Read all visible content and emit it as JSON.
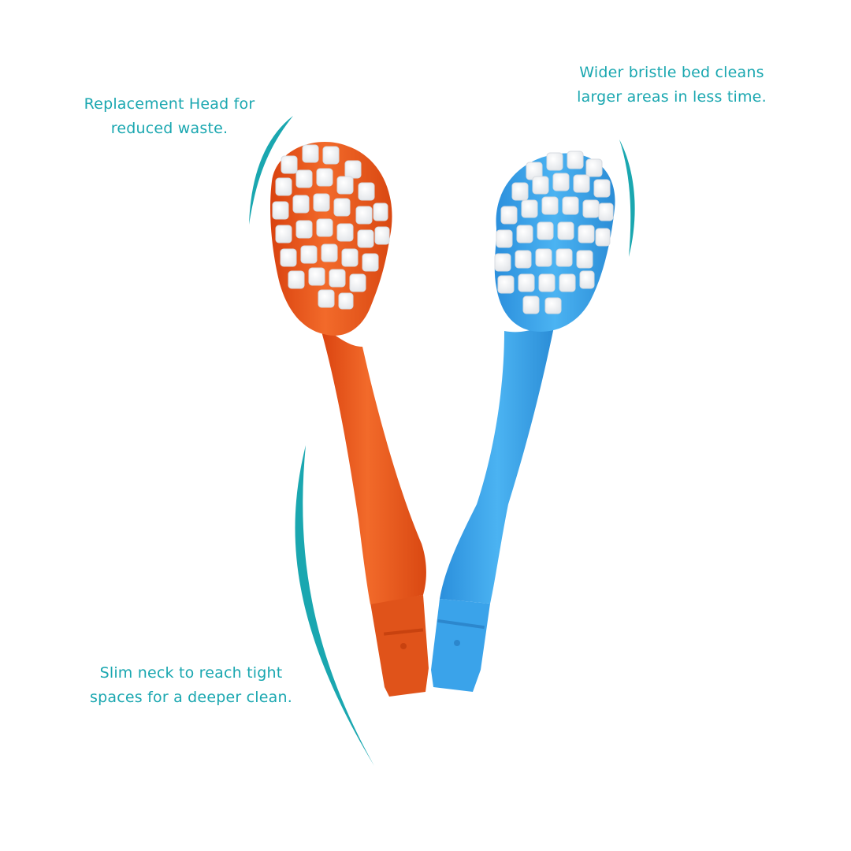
{
  "callouts": {
    "replacement_head": {
      "line1": "Replacement Head for",
      "line2": "reduced waste."
    },
    "wider_bristle": {
      "line1": "Wider bristle bed cleans",
      "line2": "larger areas in less time."
    },
    "slim_neck": {
      "line1": "Slim neck to reach tight",
      "line2": "spaces for a deeper clean."
    }
  },
  "colors": {
    "accent": "#1aa7b0",
    "orange_head": "#ec5a1c",
    "blue_head": "#35a2e8",
    "bristle": "#ffffff"
  },
  "icons": {
    "orange_brush": "orange-brush-head-illustration",
    "blue_brush": "blue-brush-head-illustration",
    "swoosh": "teal-swoosh-decoration"
  }
}
